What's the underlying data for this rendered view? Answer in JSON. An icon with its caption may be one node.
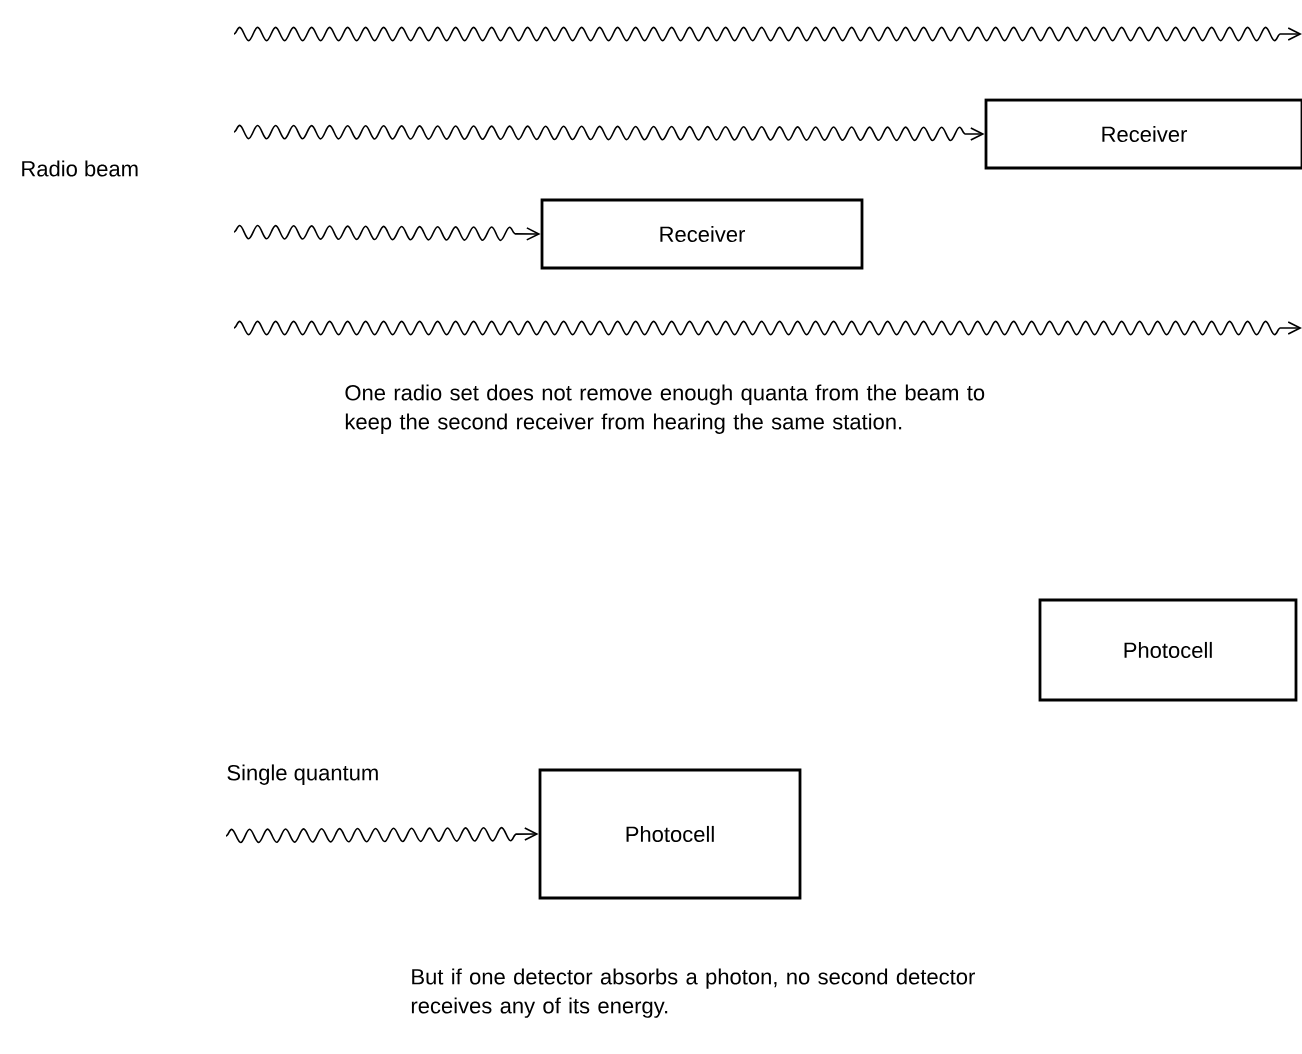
{
  "diagram": {
    "nodes": [
      {
        "text": [
          "Receiver"
        ]
      },
      {
        "text": [
          "Receiver"
        ]
      },
      {
        "text": [
          "Photocell"
        ]
      },
      {
        "text": [
          "Photocell"
        ]
      }
    ],
    "edges": [
      {
        "from": null,
        "to": 0,
        "arrow": "to"
      },
      {
        "from": null,
        "to": 1,
        "arrow": "to"
      },
      {
        "from": null,
        "to": 3,
        "arrow": "to"
      }
    ],
    "labels": [
      "Radio beam",
      "One radio set does not remove enough quanta from the beam to keep the second receiver from hearing the same station.",
      "Single quantum",
      "But if one detector absorbs a photon, no second detector receives any of its energy."
    ]
  }
}
